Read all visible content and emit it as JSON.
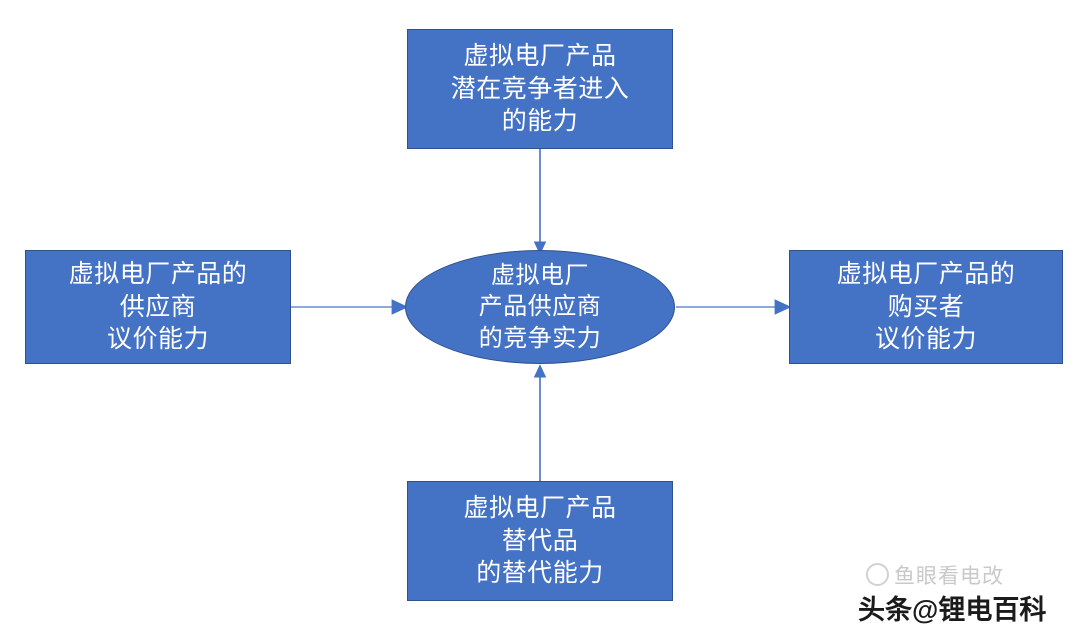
{
  "diagram": {
    "type": "porter-five-forces",
    "background_color": "#FFFFFF",
    "node_fill_color": "#4472C4",
    "node_border_color": "#2F528F",
    "node_text_color": "#FFFFFF",
    "arrow_color": "#4472C4",
    "horizontal_arrow_line_color": "#8FA9D8",
    "nodes": {
      "top": {
        "shape": "rectangle",
        "lines": [
          "虚拟电厂产品",
          "潜在竞争者进入",
          "的能力"
        ]
      },
      "left": {
        "shape": "rectangle",
        "lines": [
          "虚拟电厂产品的",
          "供应商",
          "议价能力"
        ]
      },
      "center": {
        "shape": "ellipse",
        "lines": [
          "虚拟电厂",
          "产品供应商",
          "的竞争实力"
        ]
      },
      "right": {
        "shape": "rectangle",
        "lines": [
          "虚拟电厂产品的",
          "购买者",
          "议价能力"
        ]
      },
      "bottom": {
        "shape": "rectangle",
        "lines": [
          "虚拟电厂产品",
          "替代品",
          "的替代能力"
        ]
      }
    },
    "arrows": [
      {
        "name": "top-to-center",
        "from": "top",
        "to": "center",
        "direction": "down"
      },
      {
        "name": "left-to-center",
        "from": "left",
        "to": "center",
        "direction": "right"
      },
      {
        "name": "center-to-right",
        "from": "center",
        "to": "right",
        "direction": "right"
      },
      {
        "name": "bottom-to-center",
        "from": "bottom",
        "to": "center",
        "direction": "up"
      }
    ]
  },
  "watermarks": {
    "channel": "鱼眼看电改",
    "platform": "头条@锂电百科"
  }
}
